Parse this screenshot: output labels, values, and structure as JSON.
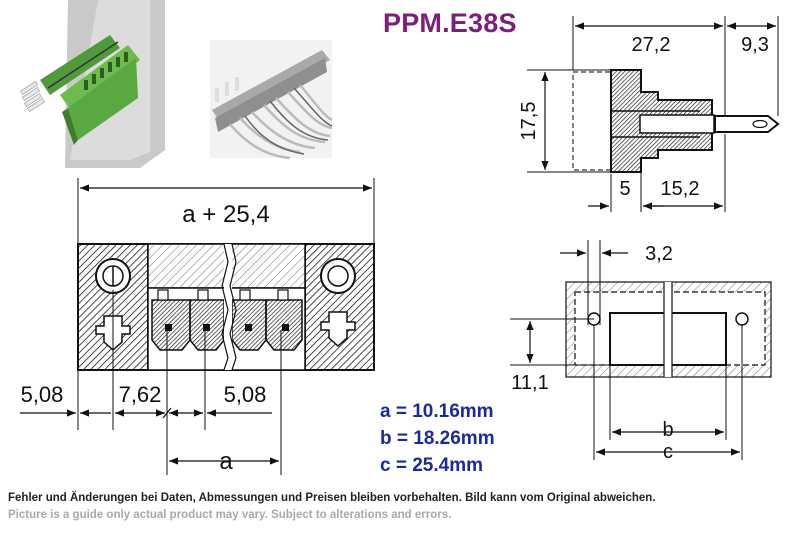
{
  "title": "PPM.E38S",
  "formulas": [
    "a = 10.16mm",
    "b = 18.26mm",
    "c = 25.4mm"
  ],
  "dimensions": {
    "side_width": "27,2",
    "pin_length": "9,3",
    "height": "17,5",
    "flange": "5",
    "body_depth": "15,2",
    "overall": "a + 25,4",
    "left_offset": "5,08",
    "pitch": "7,62",
    "right_offset": "5,08",
    "pitch_var": "a",
    "hole_dia": "3,2",
    "cutout_height": "11,1",
    "cutout_b": "b",
    "cutout_c": "c"
  },
  "notes": {
    "de": "Fehler und Änderungen bei Daten, Abmessungen und Preisen bleiben vorbehalten. Bild kann vom Original abweichen.",
    "en": "Picture is a guide only actual product may vary. Subject to alterations and errors."
  }
}
